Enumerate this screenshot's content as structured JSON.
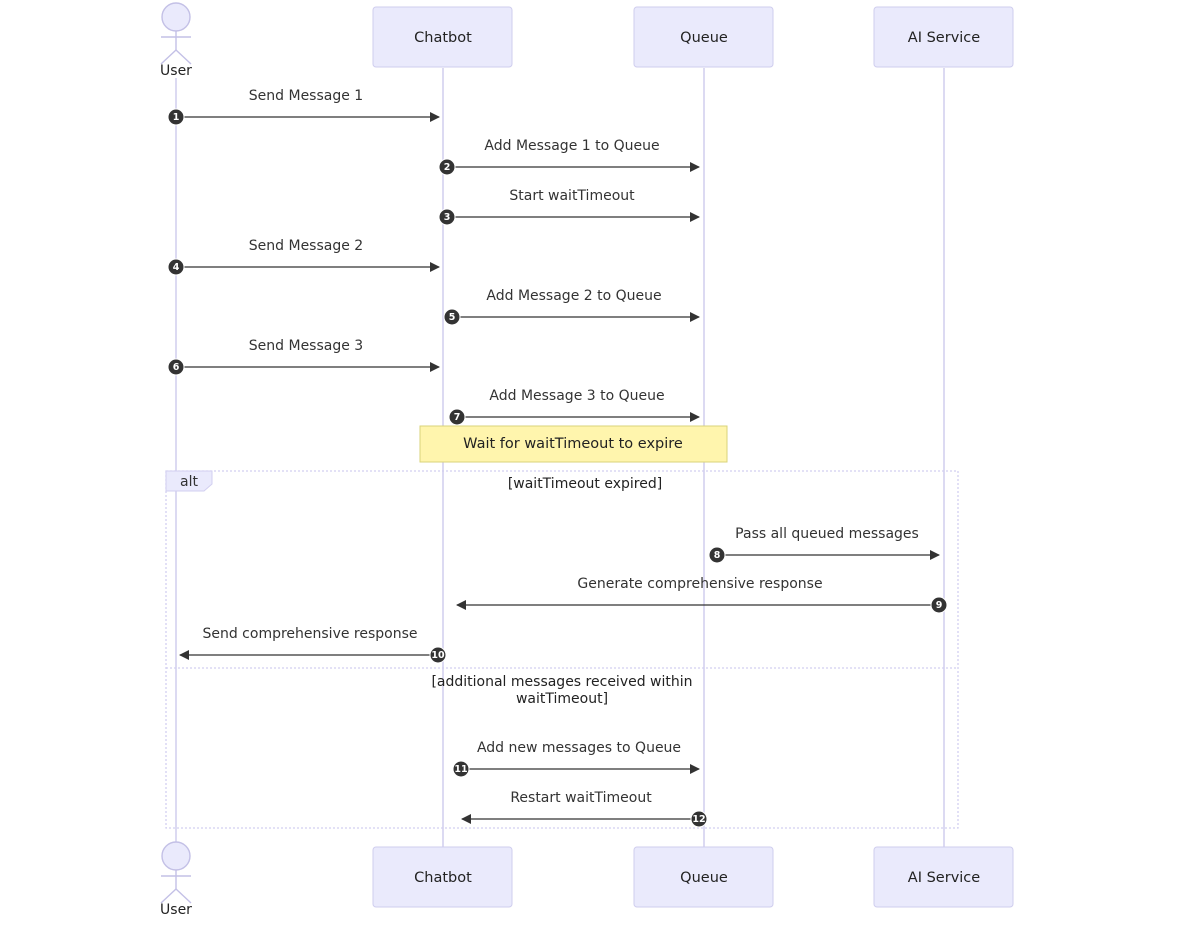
{
  "participants": {
    "user": "User",
    "chatbot": "Chatbot",
    "queue": "Queue",
    "ai_service": "AI Service"
  },
  "messages": [
    {
      "n": "1",
      "label": "Send Message 1",
      "from": "user",
      "to": "chatbot"
    },
    {
      "n": "2",
      "label": "Add Message 1 to Queue",
      "from": "chatbot",
      "to": "queue"
    },
    {
      "n": "3",
      "label": "Start waitTimeout",
      "from": "chatbot",
      "to": "queue"
    },
    {
      "n": "4",
      "label": "Send Message 2",
      "from": "user",
      "to": "chatbot"
    },
    {
      "n": "5",
      "label": "Add Message 2 to Queue",
      "from": "chatbot",
      "to": "queue"
    },
    {
      "n": "6",
      "label": "Send Message 3",
      "from": "user",
      "to": "chatbot"
    },
    {
      "n": "7",
      "label": "Add Message 3 to Queue",
      "from": "chatbot",
      "to": "queue"
    },
    {
      "n": "8",
      "label": "Pass all queued messages",
      "from": "queue",
      "to": "ai_service"
    },
    {
      "n": "9",
      "label": "Generate comprehensive response",
      "from": "ai_service",
      "to": "chatbot"
    },
    {
      "n": "10",
      "label": "Send comprehensive response",
      "from": "chatbot",
      "to": "user"
    },
    {
      "n": "11",
      "label": "Add new messages to Queue",
      "from": "chatbot",
      "to": "queue"
    },
    {
      "n": "12",
      "label": "Restart waitTimeout",
      "from": "queue",
      "to": "chatbot"
    }
  ],
  "note": "Wait for waitTimeout to expire",
  "alt": {
    "label": "alt",
    "condition_1": "[waitTimeout expired]",
    "condition_2_line1": "[additional messages received within",
    "condition_2_line2": "waitTimeout]"
  },
  "colors": {
    "actor_fill": "#eaeafc",
    "actor_border": "#cfcdee",
    "lifeline": "#d3d0ef",
    "message": "#333333",
    "note_fill": "#fff5ad"
  }
}
